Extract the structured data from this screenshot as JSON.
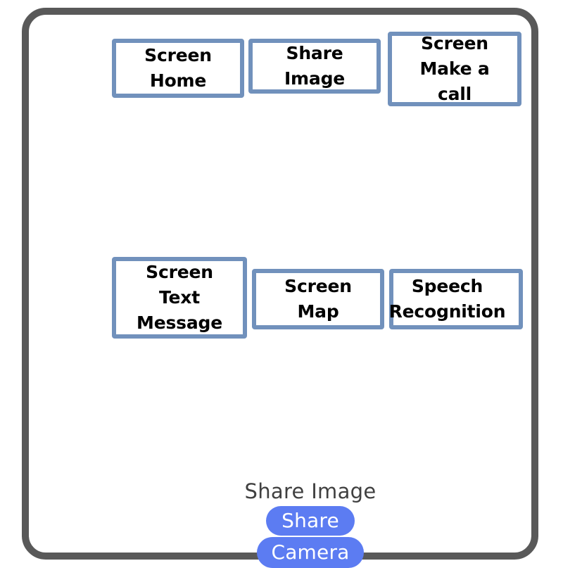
{
  "frame": {
    "border_color": "#595959",
    "background": "#ffffff"
  },
  "diagram": {
    "node_border_color": "#7191BC",
    "node_text_color": "#000000",
    "rows": [
      {
        "row_name": "row-1",
        "nodes": [
          {
            "id": "home",
            "label": "Screen\nHome"
          },
          {
            "id": "share-image",
            "label": "Share\nImage"
          },
          {
            "id": "make-call",
            "label": "Screen\nMake a\ncall"
          }
        ]
      },
      {
        "row_name": "row-2",
        "nodes": [
          {
            "id": "text-message",
            "label": "Screen\nText\nMessage"
          },
          {
            "id": "map",
            "label": "Screen\nMap"
          },
          {
            "id": "speech",
            "label": "Speech\nRecognition"
          }
        ]
      }
    ]
  },
  "share_sheet": {
    "title": "Share Image",
    "title_color": "#404040",
    "pill_color": "#5C7CF2",
    "pill_text_color": "#ffffff",
    "options": [
      {
        "id": "share",
        "label": "Share"
      },
      {
        "id": "camera",
        "label": "Camera"
      }
    ]
  }
}
